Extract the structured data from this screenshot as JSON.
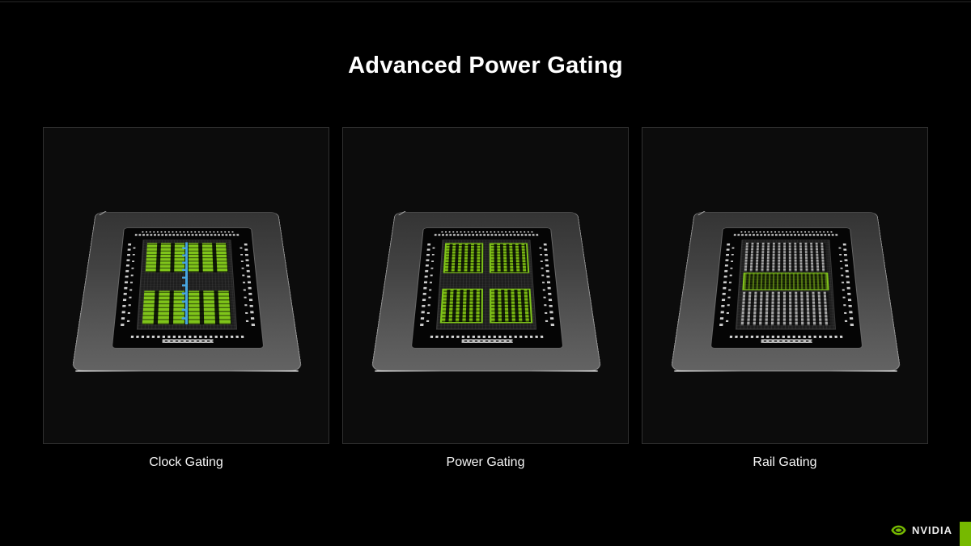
{
  "slide": {
    "title": "Advanced Power Gating"
  },
  "panels": [
    {
      "label": "Clock Gating",
      "variant": "clock"
    },
    {
      "label": "Power Gating",
      "variant": "power"
    },
    {
      "label": "Rail Gating",
      "variant": "rail"
    }
  ],
  "footer": {
    "brand": "NVIDIA",
    "logo_icon": "nvidia-eye-icon"
  },
  "colors": {
    "background": "#000000",
    "text": "#ffffff",
    "panel_bg": "#0c0c0c",
    "panel_border": "#313131",
    "nvidia_green": "#76b900",
    "highlight_green": "#7fc41a",
    "clock_blue": "#46a5e0"
  }
}
